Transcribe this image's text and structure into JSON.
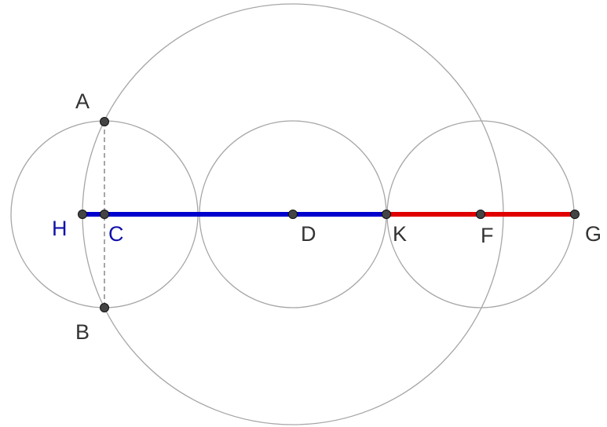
{
  "labels": {
    "A": "A",
    "B": "B",
    "C": "C",
    "D": "D",
    "F": "F",
    "G": "G",
    "H": "H",
    "K": "K"
  },
  "colors": {
    "segment_HK": "#0000cc",
    "segment_KG": "#e00000",
    "circles": "#a6a6a6",
    "points": "#444444",
    "label_text": "#333333",
    "label_blue": "#1111aa"
  }
}
